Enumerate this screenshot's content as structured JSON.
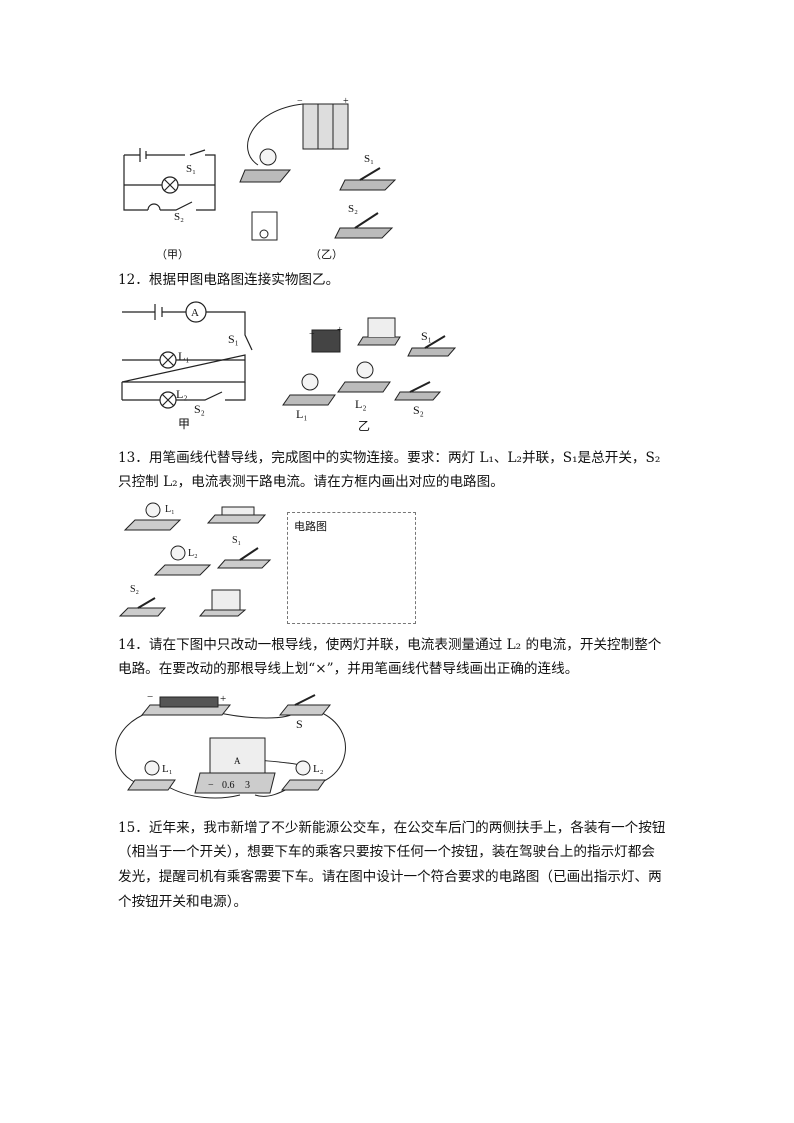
{
  "q12": {
    "text": "12．根据甲图电路图连接实物图乙。"
  },
  "q13": {
    "line1": "13．用笔画线代替导线，完成图中的实物连接。要求：两灯 L₁、L₂并联，S₁是总开关，S₂",
    "line2": "只控制 L₂，电流表测干路电流。请在方框内画出对应的电路图。",
    "box_label": "电路图"
  },
  "q14": {
    "line1": "14．请在下图中只改动一根导线，使两灯并联，电流表测量通过 L₂ 的电流，开关控制整个",
    "line2": "电路。在要改动的那根导线上划“×”，并用笔画线代替导线画出正确的连线。"
  },
  "q15": {
    "line1": "15．近年来，我市新增了不少新能源公交车，在公交车后门的两侧扶手上，各装有一个按钮",
    "line2": "（相当于一个开关），想要下车的乘客只要按下任何一个按钮，装在驾驶台上的指示灯都会",
    "line3": "发光，提醒司机有乘客需要下车。请在图中设计一个符合要求的电路图（已画出指示灯、两",
    "line4": "个按钮开关和电源）。"
  },
  "fig11": {
    "jia": "（甲）",
    "yi": "（乙）",
    "s1": "S₁",
    "s2": "S₂",
    "minus": "−",
    "plus": "+"
  },
  "fig12": {
    "jia": "甲",
    "yi": "乙",
    "s1": "S₁",
    "s2": "S₂",
    "l1": "L₁",
    "l2": "L₂",
    "a": "A"
  },
  "fig13": {
    "l1": "L₁",
    "l2": "L₂",
    "s1": "S₁",
    "s2": "S₂"
  },
  "fig14": {
    "minus": "−",
    "plus": "+",
    "s": "S",
    "l1": "L₁",
    "l2": "L₂",
    "a": "A",
    "t0": "−",
    "t1": "0.6",
    "t2": "3"
  }
}
